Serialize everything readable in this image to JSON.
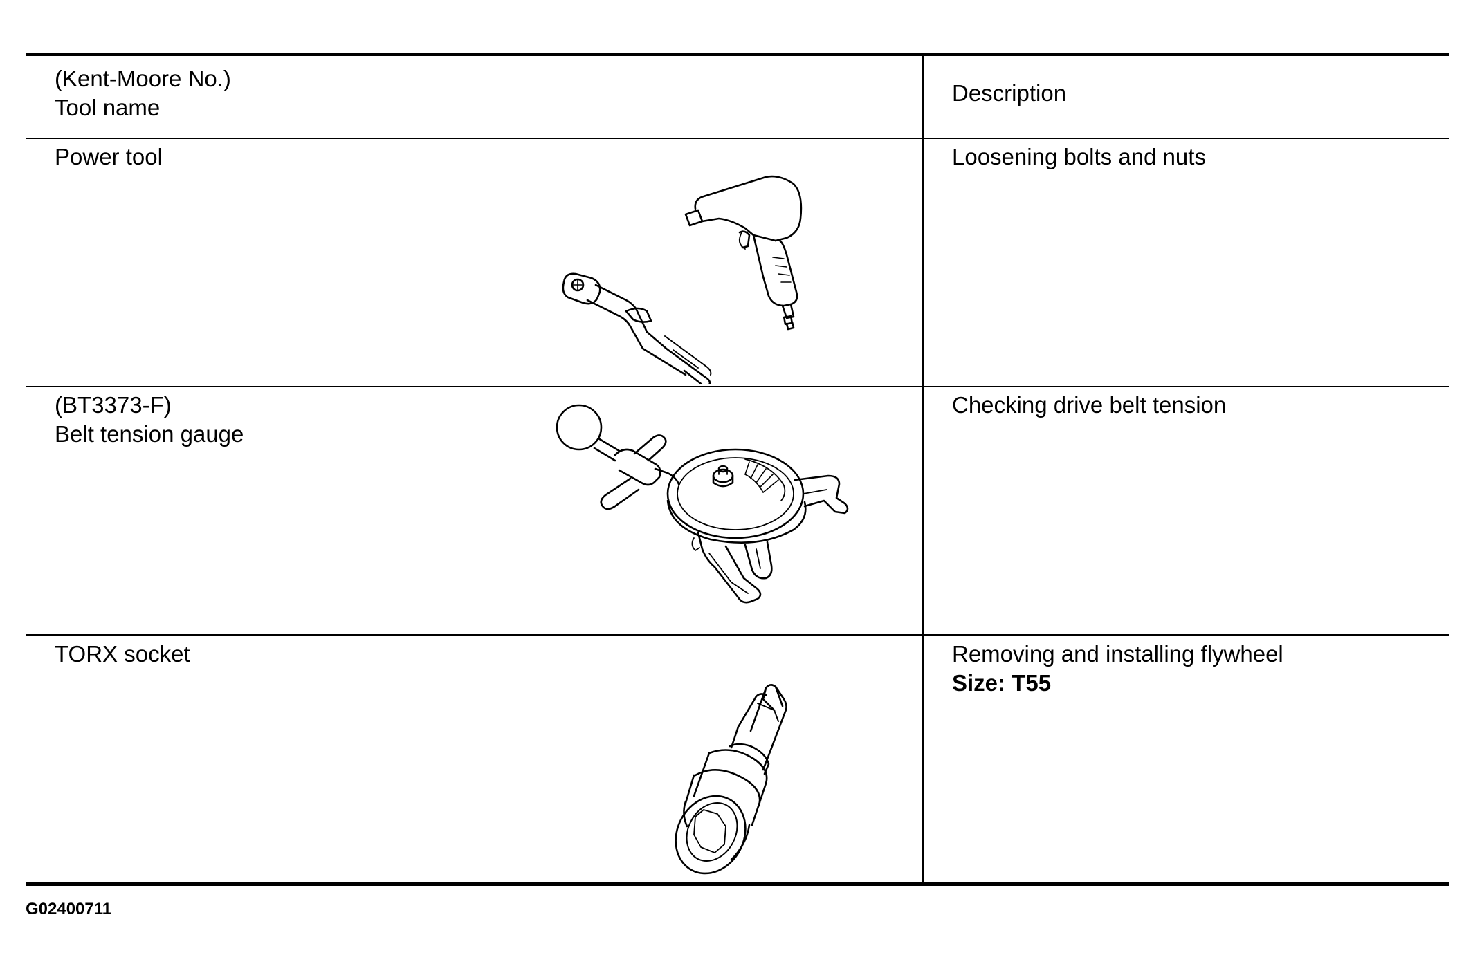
{
  "header": {
    "tool_line1": "(Kent-Moore No.)",
    "tool_line2": "Tool name",
    "description": "Description"
  },
  "rows": [
    {
      "tool_name": "Power tool",
      "description": "Loosening bolts and nuts",
      "illustration_icon": "power-tool-icon"
    },
    {
      "kent_moore_no": "(BT3373-F)",
      "tool_name": "Belt tension gauge",
      "description": "Checking drive belt tension",
      "illustration_icon": "belt-tension-gauge-icon"
    },
    {
      "tool_name": "TORX socket",
      "description": "Removing and installing flywheel",
      "size": "Size: T55",
      "illustration_icon": "torx-socket-icon"
    }
  ],
  "figure_id": "G02400711",
  "colors": {
    "ink": "#000000",
    "background": "#ffffff"
  }
}
